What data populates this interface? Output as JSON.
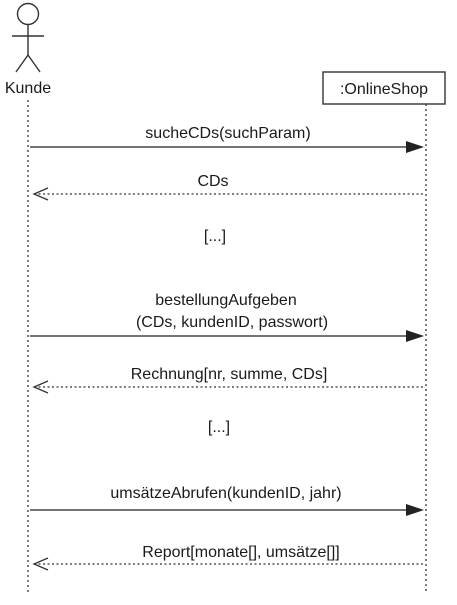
{
  "actor": {
    "name": "Kunde"
  },
  "object": {
    "name": ":OnlineShop"
  },
  "messages": [
    {
      "kind": "sync",
      "label_lines": [
        "sucheCDs(suchParam)"
      ]
    },
    {
      "kind": "reply",
      "label_lines": [
        "CDs"
      ]
    },
    {
      "kind": "note",
      "label_lines": [
        "[...]"
      ]
    },
    {
      "kind": "sync",
      "label_lines": [
        "bestellungAufgeben",
        "(CDs, kundenID, passwort)"
      ]
    },
    {
      "kind": "reply",
      "label_lines": [
        "Rechnung[nr, summe, CDs]"
      ]
    },
    {
      "kind": "note",
      "label_lines": [
        "[...]"
      ]
    },
    {
      "kind": "sync",
      "label_lines": [
        "umsätzeAbrufen(kundenID, jahr)"
      ]
    },
    {
      "kind": "reply",
      "label_lines": [
        "Report[monate[], umsätze[]]"
      ]
    }
  ],
  "colors": {
    "line": "#222222",
    "text": "#1a1a1a",
    "background": "#ffffff"
  }
}
